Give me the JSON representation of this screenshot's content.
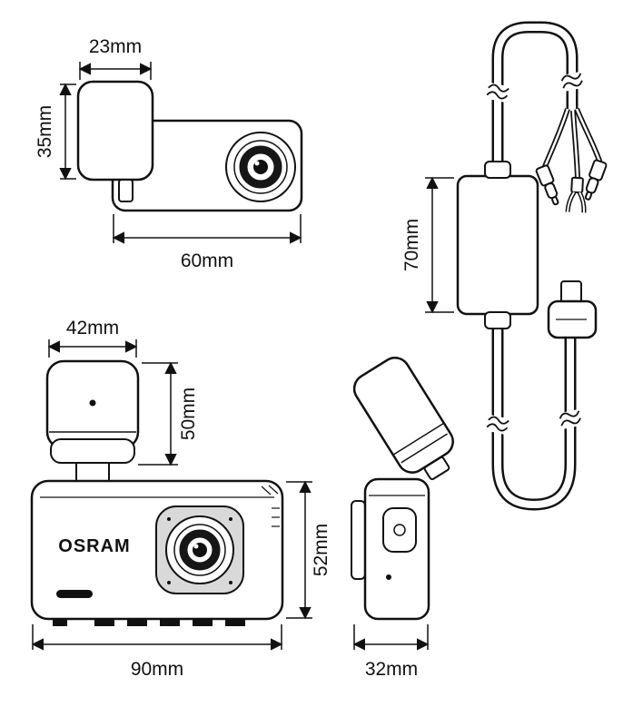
{
  "rear_camera": {
    "mount_width": "23mm",
    "mount_height": "35mm",
    "body_length": "60mm"
  },
  "hardwire_kit": {
    "box_height": "70mm"
  },
  "front_view": {
    "logo": "OSRAM",
    "mount_width": "42mm",
    "mount_height": "50mm",
    "body_height": "52mm",
    "body_width": "90mm"
  },
  "side_view": {
    "body_depth": "32mm"
  }
}
